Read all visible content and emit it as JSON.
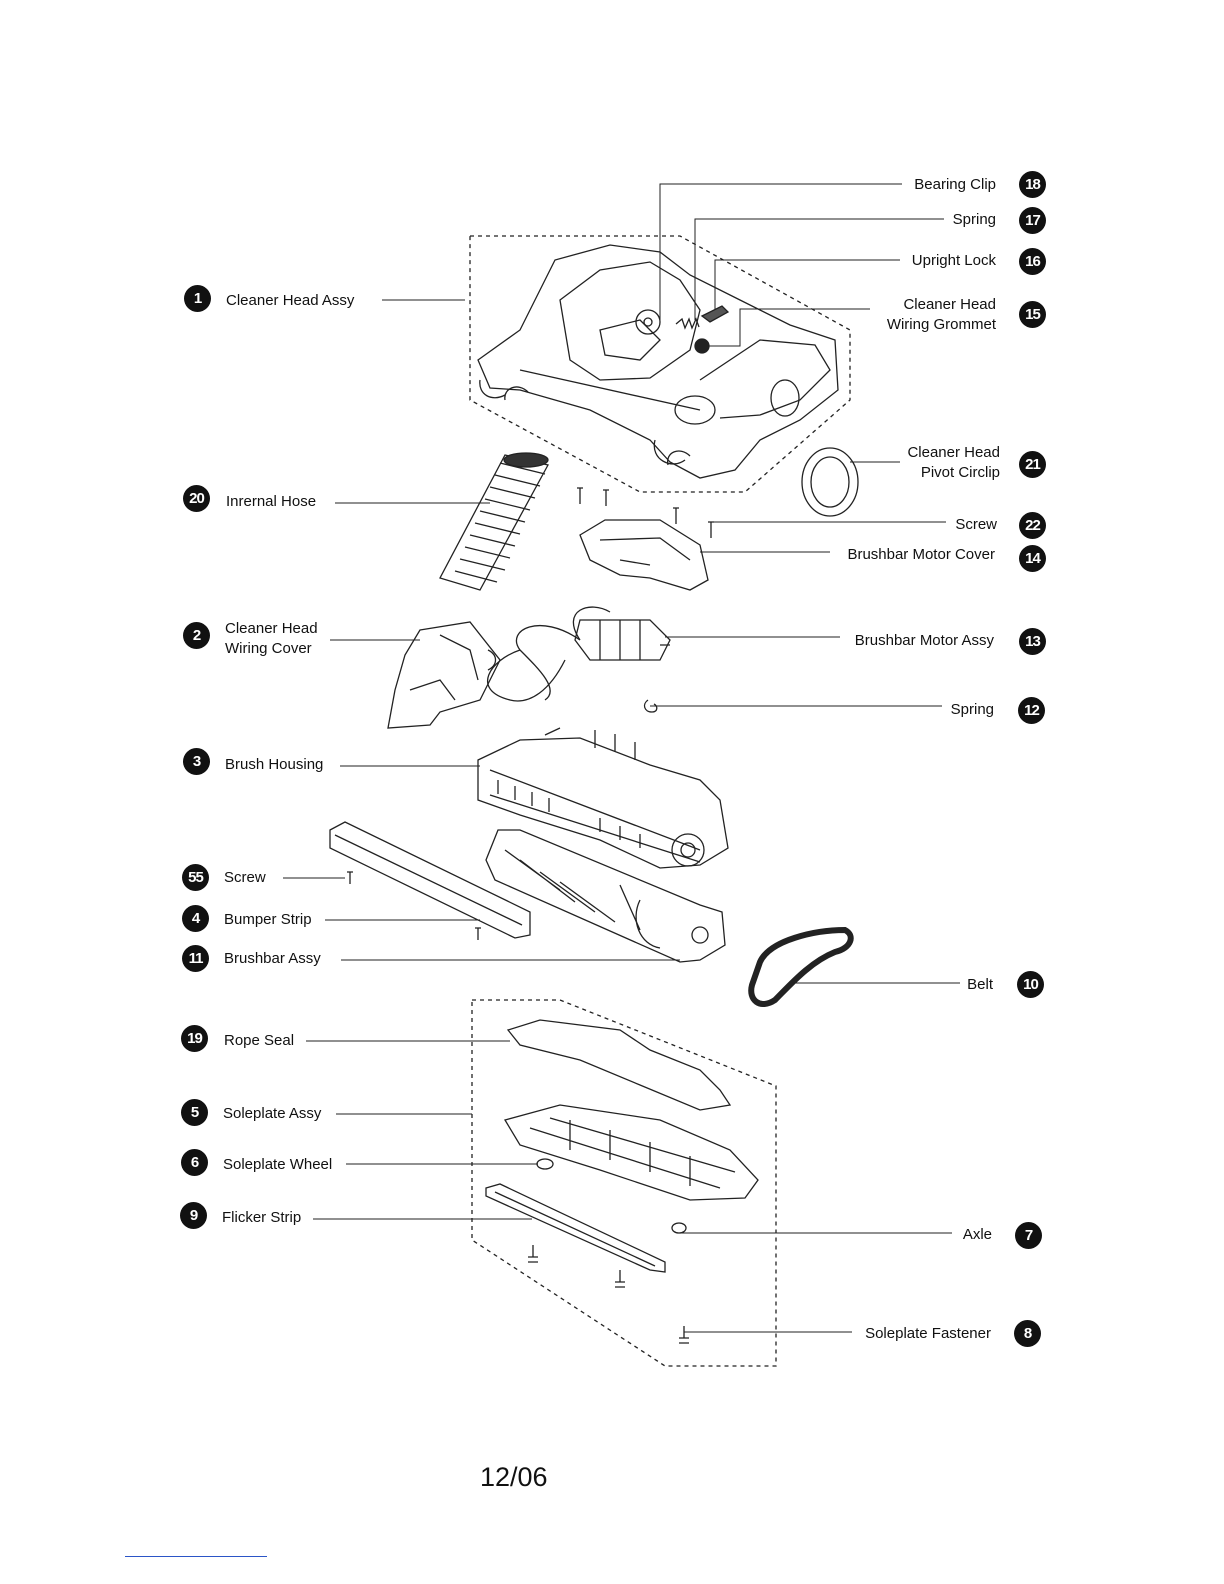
{
  "labels": {
    "cleaner_head_assy": {
      "num": "1",
      "text": "Cleaner Head Assy"
    },
    "internal_hose": {
      "num": "20",
      "text": "Inrernal Hose"
    },
    "wiring_cover": {
      "num": "2",
      "line1": "Cleaner Head",
      "line2": "Wiring Cover"
    },
    "brush_housing": {
      "num": "3",
      "text": "Brush Housing"
    },
    "screw_55": {
      "num": "55",
      "text": "Screw"
    },
    "bumper_strip": {
      "num": "4",
      "text": "Bumper Strip"
    },
    "brushbar_assy": {
      "num": "11",
      "text": "Brushbar Assy"
    },
    "rope_seal": {
      "num": "19",
      "text": "Rope Seal"
    },
    "soleplate_assy": {
      "num": "5",
      "text": "Soleplate Assy"
    },
    "soleplate_wheel": {
      "num": "6",
      "text": "Soleplate Wheel"
    },
    "flicker_strip": {
      "num": "9",
      "text": "Flicker Strip"
    },
    "bearing_clip": {
      "num": "18",
      "text": "Bearing Clip"
    },
    "spring_17": {
      "num": "17",
      "text": "Spring"
    },
    "upright_lock": {
      "num": "16",
      "text": "Upright Lock"
    },
    "wiring_grommet": {
      "num": "15",
      "line1": "Cleaner Head",
      "line2": "Wiring Grommet"
    },
    "pivot_circlip": {
      "num": "21",
      "line1": "Cleaner Head",
      "line2": "Pivot Circlip"
    },
    "screw_22": {
      "num": "22",
      "text": "Screw"
    },
    "brushbar_motor_cover": {
      "num": "14",
      "text": "Brushbar Motor Cover"
    },
    "brushbar_motor_assy": {
      "num": "13",
      "text": "Brushbar Motor Assy"
    },
    "spring_12": {
      "num": "12",
      "text": "Spring"
    },
    "belt": {
      "num": "10",
      "text": "Belt"
    },
    "axle": {
      "num": "7",
      "text": "Axle"
    },
    "soleplate_fastener": {
      "num": "8",
      "text": "Soleplate Fastener"
    }
  },
  "page_number": "12/06"
}
